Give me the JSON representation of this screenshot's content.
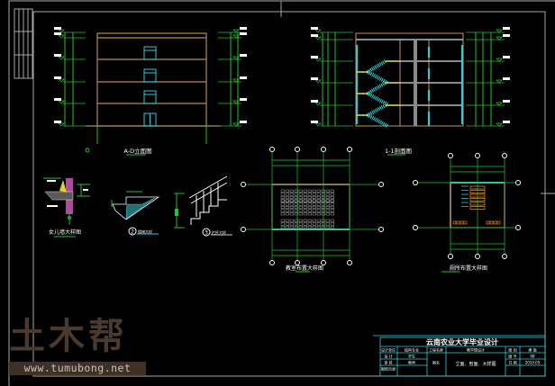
{
  "colors": {
    "background": "#000000",
    "frame": "#a8a8a8",
    "dimension": "#22c52a",
    "building": "#b88a4a",
    "window": "#35c8d8",
    "stair": "#2fe0e8",
    "beam": "#f2e23a",
    "text": "#ffffff",
    "title_block": "#2ed0d8",
    "wall_red": "#c85050",
    "fixture": "#ff9a2a",
    "watermark": "#4a3a2d"
  },
  "drawings": {
    "elevation_title": "A-D立面图",
    "section_title": "1-1剖面图",
    "parapet_title": "女儿墙大样图",
    "stair_detail_num": "2",
    "stair_detail_title": "楼梯大样",
    "railing_detail_num": "3",
    "railing_detail_title": "栏杆大样",
    "classroom_title": "教室布置大样图",
    "toilet_title": "厕所布置大样图"
  },
  "title_block": {
    "school": "云南农业大学毕业设计",
    "row1": [
      "设计单位",
      "结构专业",
      "工程名称",
      "教学楼设计",
      "图 别",
      "建 施"
    ],
    "row2": [
      "设 计",
      "学生",
      "",
      "",
      "图 号",
      "08"
    ],
    "row3": [
      "审 核",
      "教师",
      "图名",
      "立面、剖面、大样图",
      "日 期",
      "2010.05"
    ],
    "row4": [
      "图纸目录",
      "",
      "",
      "",
      "",
      ""
    ]
  },
  "watermark": {
    "logo": "土木帮",
    "url": "www.tumubong.net"
  }
}
